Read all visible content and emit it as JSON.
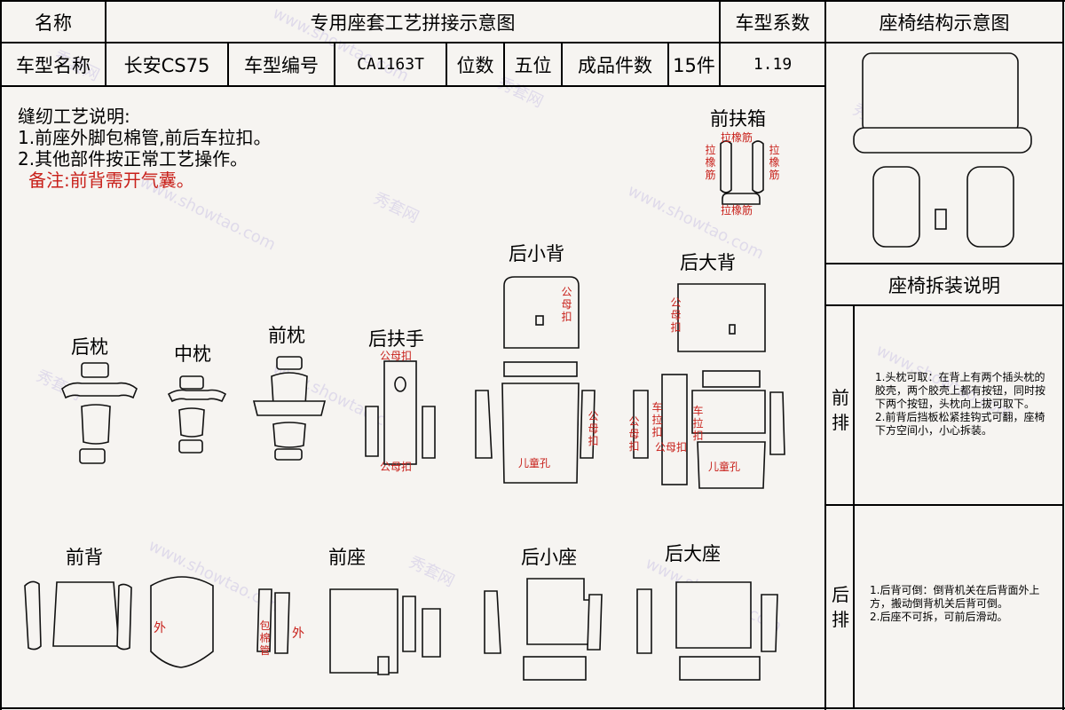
{
  "header": {
    "name_label": "名称",
    "title": "专用座套工艺拼接示意图",
    "coef_label": "车型系数",
    "struct_label": "座椅结构示意图"
  },
  "info": {
    "model_name_label": "车型名称",
    "model_name": "长安CS75",
    "model_code_label": "车型编号",
    "model_code": "CA1163T",
    "seats_label": "位数",
    "seats": "五位",
    "pieces_label": "成品件数",
    "pieces": "15件",
    "coef": "1.19"
  },
  "sewing": {
    "title": "缝纫工艺说明:",
    "line1": "1.前座外脚包棉管,前后车拉扣。",
    "line2": "2.其他部件按正常工艺操作。",
    "remark": "备注:前背需开气囊。"
  },
  "parts": {
    "front_box": "前扶箱",
    "rear_headrest": "后枕",
    "mid_headrest": "中枕",
    "front_headrest": "前枕",
    "rear_armrest": "后扶手",
    "rear_small_back": "后小背",
    "rear_big_back": "后大背",
    "front_back": "前背",
    "front_seat": "前座",
    "rear_small_seat": "后小座",
    "rear_big_seat": "后大座"
  },
  "annotations": {
    "elastic": "拉橡筋",
    "buckle": "公母扣",
    "child_hole": "儿童孔",
    "outer": "外",
    "cotton_tube": "包棉管",
    "car_buckle": "车拉扣"
  },
  "side": {
    "removal_title": "座椅拆装说明",
    "front_row": "前排",
    "rear_row": "后排",
    "front_notes": "1.头枕可取：在背上有两个插头枕的胶壳，两个胶壳上都有按钮，同时按下两个按钮，头枕向上拔可取下。\n2.前背后挡板松紧挂钩式可翻，座椅下方空间小，小心拆装。",
    "rear_notes": "1.后背可倒：倒背机关在后背面外上方，搬动倒背机关后背可倒。\n2.后座不可拆，可前后滑动。"
  },
  "watermark": {
    "cn": "秀套网",
    "en": "www.showtao.com"
  }
}
